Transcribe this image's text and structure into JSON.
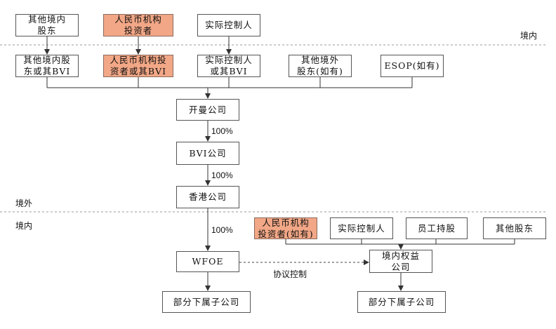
{
  "colors": {
    "highlight": "#f2a786",
    "border": "#555555",
    "divider": "#9a9a9a"
  },
  "top": {
    "other_domestic_shareholders": "其他境内\n股东",
    "rmb_institutional_investors": "人民币机构\n投资者",
    "actual_controller": "实际控制人"
  },
  "region_top_domestic": "境内",
  "holding": {
    "other_domestic_bvi": "其他境内股\n东或其BVI",
    "rmb_investors_bvi": "人民币机构投\n资者或其BVI",
    "controller_bvi": "实际控制人\n或其BVI",
    "other_foreign": "其他境外\n股东(如有)",
    "esop": "ESOP(如有)"
  },
  "chain": {
    "cayman": "开曼公司",
    "pct1": "100%",
    "bvi": "BVI公司",
    "pct2": "100%",
    "hk": "香港公司",
    "pct3": "100%",
    "wfoe": "WFOE",
    "wfoe_subs": "部分下属子公司"
  },
  "region_foreign": "境外",
  "region_domestic": "境内",
  "domestic": {
    "rmb_investors": "人民币机构\n投资者(如有)",
    "controller": "实际控制人",
    "employee": "员工持股",
    "other": "其他股东",
    "vie_entity": "境内权益\n公司",
    "vie_subs": "部分下属子公司"
  },
  "agreement_label": "协议控制"
}
